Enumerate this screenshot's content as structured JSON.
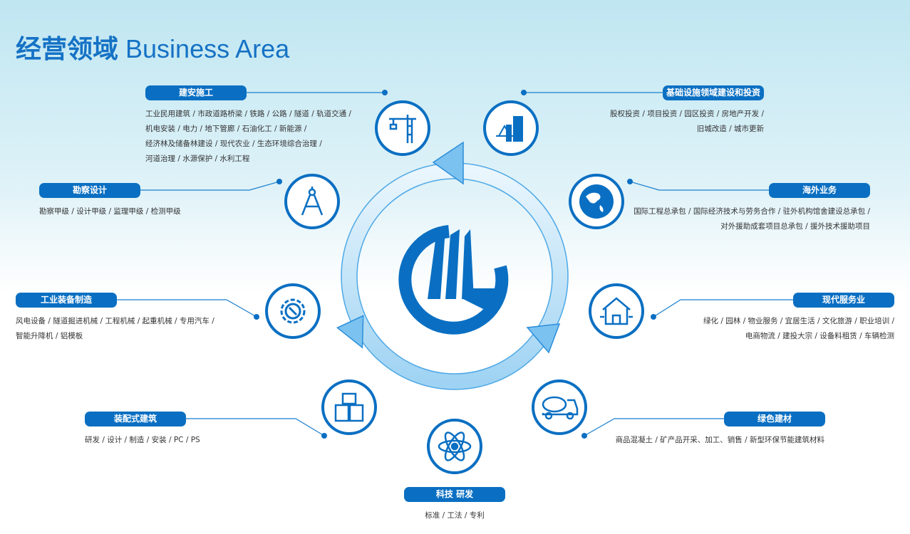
{
  "title": {
    "cn": "经营领域",
    "en": "Business Area"
  },
  "colors": {
    "primary": "#0a6fc2",
    "accent": "#1572c5"
  },
  "areas": [
    {
      "label": "建安施工",
      "icon": "tower-crane-icon",
      "lines": [
        "工业民用建筑 / 市政道路桥梁 / 铁路 / 公路 / 隧道 / 轨道交通 /",
        "机电安装 / 电力 / 地下管廊 / 石油化工 / 新能源 /",
        "经济林及储备林建设 / 现代农业 / 生态环境综合治理 /",
        "河道治理 / 水源保护 / 水利工程"
      ]
    },
    {
      "label": "基础设施领域建设和投资",
      "icon": "city-bridge-icon",
      "lines": [
        "股权投资 / 项目投资 / 园区投资 / 房地产开发 /",
        "旧城改造 / 城市更新"
      ]
    },
    {
      "label": "勘察设计",
      "icon": "compass-icon",
      "lines": [
        "勘察甲级 / 设计甲级 / 监理甲级 / 检测甲级"
      ]
    },
    {
      "label": "海外业务",
      "icon": "globe-icon",
      "lines": [
        "国际工程总承包 / 国际经济技术与劳务合作 / 驻外机构馆舍建设总承包 /",
        "对外援助成套项目总承包 / 援外技术援助项目"
      ]
    },
    {
      "label": "工业装备制造",
      "icon": "gear-wrench-icon",
      "lines": [
        "风电设备 / 隧道掘进机械 / 工程机械 / 起重机械 / 专用汽车 /",
        "智能升降机 / 铝模板"
      ]
    },
    {
      "label": "现代服务业",
      "icon": "house-icon",
      "lines": [
        "绿化 / 园林 / 物业服务 / 宜居生活 / 文化旅游 / 职业培训 /",
        "电商物流 / 建投大宗 / 设备料租赁 / 车辆检测"
      ]
    },
    {
      "label": "装配式建筑",
      "icon": "prefab-building-icon",
      "lines": [
        "研发 / 设计 / 制造 / 安装 / PC / PS"
      ]
    },
    {
      "label": "绿色建材",
      "icon": "concrete-mixer-truck-icon",
      "lines": [
        "商品混凝土 / 矿产品开采、加工、销售 / 新型环保节能建筑材料"
      ]
    },
    {
      "label": "科技 研发",
      "icon": "atom-icon",
      "lines": [
        "标准 / 工法 / 专利"
      ]
    }
  ]
}
